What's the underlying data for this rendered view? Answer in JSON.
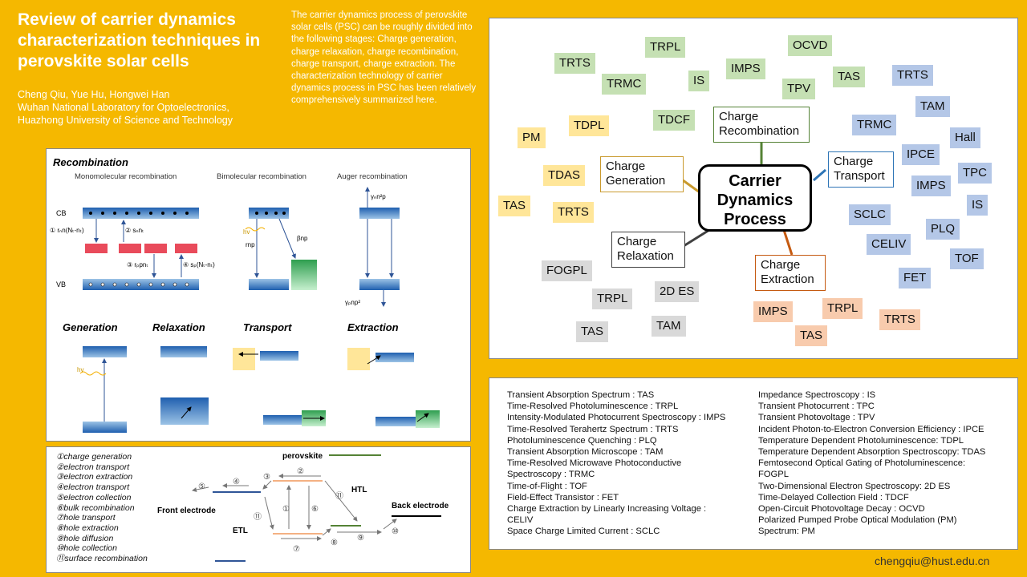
{
  "header": {
    "title": "Review of carrier dynamics characterization techniques in perovskite solar cells",
    "authors": "Cheng Qiu, Yue Hu, Hongwei Han",
    "affiliation1": "Wuhan National Laboratory for Optoelectronics,",
    "affiliation2": "Huazhong University of Science and Technology",
    "abstract": "The carrier dynamics process of perovskite solar cells (PSC) can be roughly divided into the following stages: Charge generation, charge relaxation, charge recombination, charge transport, charge extraction. The characterization technology of carrier dynamics process in PSC has been relatively comprehensively  summarized here."
  },
  "mechanisms": {
    "section_title": "Recombination",
    "mono": "Monomolecular recombination",
    "bi": "Bimolecular recombination",
    "auger": "Auger recombination",
    "cb": "CB",
    "vb": "VB",
    "eq1": "① rₙn(Nₜ-nₜ)",
    "eq2": "② sₙnₜ",
    "eq3": "③ rₚpnₜ",
    "eq4": "④ sₚ(Nₜ-nₜ)",
    "hv": "hv",
    "rnp": "rnp",
    "bnp": "βnp",
    "auger_top": "γₙn²p",
    "auger_bottom": "γₚnp²",
    "generation": "Generation",
    "relaxation": "Relaxation",
    "transport": "Transport",
    "extraction": "Extraction"
  },
  "device": {
    "legend": [
      "①charge generation",
      "②electron transport",
      "③electron extraction",
      "④electron transport",
      "⑤electron collection",
      "⑥bulk recombination",
      "⑦hole transport",
      "⑧hole extraction",
      "⑨hole diffusion",
      "⑩hole collection",
      "⑪surface recombination"
    ],
    "perovskite": "perovskite",
    "htl": "HTL",
    "etl": "ETL",
    "front": "Front electrode",
    "back": "Back electrode",
    "n1": "①",
    "n2": "②",
    "n3": "③",
    "n4": "④",
    "n5": "⑤",
    "n6": "⑥",
    "n7": "⑦",
    "n8": "⑧",
    "n9": "⑨",
    "n10": "⑩",
    "n11a": "⑪",
    "n11b": "⑪"
  },
  "mindmap": {
    "center": "Carrier Dynamics Process",
    "stages": {
      "recombination": "Charge Recombination",
      "generation": "Charge Generation",
      "transport": "Charge Transport",
      "relaxation": "Charge Relaxation",
      "extraction": "Charge Extraction"
    },
    "green": [
      "TRPL",
      "OCVD",
      "TRTS",
      "IMPS",
      "TRMC",
      "IS",
      "TAS",
      "TPV",
      "TDCF"
    ],
    "blue": [
      "TRTS",
      "TAM",
      "TRMC",
      "Hall",
      "IPCE",
      "TPC",
      "IMPS",
      "IS",
      "SCLC",
      "PLQ",
      "CELIV",
      "TOF",
      "FET"
    ],
    "yellow": [
      "PM",
      "TDPL",
      "TDAS",
      "TAS",
      "TRTS"
    ],
    "gray": [
      "FOGPL",
      "TRPL",
      "2D ES",
      "TAS",
      "TAM"
    ],
    "orange": [
      "IMPS",
      "TRPL",
      "TRTS",
      "TAS"
    ],
    "colors": {
      "green": "#C5E0B3",
      "blue": "#B4C7E7",
      "yellow": "#FFE699",
      "gray": "#D9D9D9",
      "orange": "#F8CBAD"
    }
  },
  "definitions": {
    "left": [
      "Transient Absorption Spectrum : TAS",
      "Time-Resolved Photoluminescence : TRPL",
      "Intensity-Modulated Photocurrent Spectroscopy : IMPS",
      "Time-Resolved Terahertz Spectrum : TRTS",
      "Photoluminescence Quenching : PLQ",
      "Transient Absorption Microscope : TAM",
      "Time-Resolved Microwave Photoconductive",
      "Spectroscopy : TRMC",
      "Time-of-Flight : TOF",
      "Field-Effect Transistor : FET",
      "Charge Extraction by Linearly Increasing Voltage :",
      "CELIV",
      "Space Charge Limited Current : SCLC"
    ],
    "right": [
      "Impedance Spectroscopy : IS",
      "Transient Photocurrent : TPC",
      "Transient Photovoltage : TPV",
      "Incident Photon-to-Electron Conversion Efficiency : IPCE",
      "Temperature Dependent Photoluminescence: TDPL",
      "Temperature Dependent Absorption Spectroscopy: TDAS",
      "Femtosecond Optical Gating of Photoluminescence:",
      "FOGPL",
      "Two-Dimensional Electron Spectroscopy: 2D ES",
      "Time-Delayed Collection Field : TDCF",
      "Open-Circuit Photovoltage Decay : OCVD",
      "Polarized Pumped Probe Optical Modulation (PM)",
      "Spectrum: PM"
    ]
  },
  "email": "chengqiu@hust.edu.cn"
}
